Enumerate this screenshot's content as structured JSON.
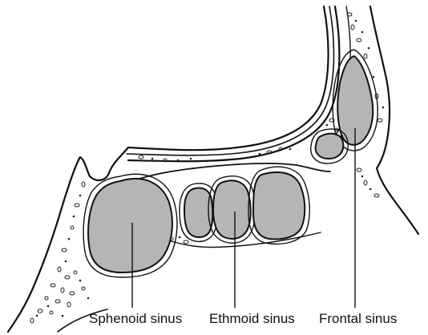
{
  "labels": {
    "sphenoid": "Sphenoid sinus",
    "ethmoid": "Ethmoid sinus",
    "frontal": "Frontal sinus"
  },
  "colors": {
    "sinus_fill": "#b5b5b5",
    "outline": "#111111",
    "bone": "#ffffff"
  }
}
